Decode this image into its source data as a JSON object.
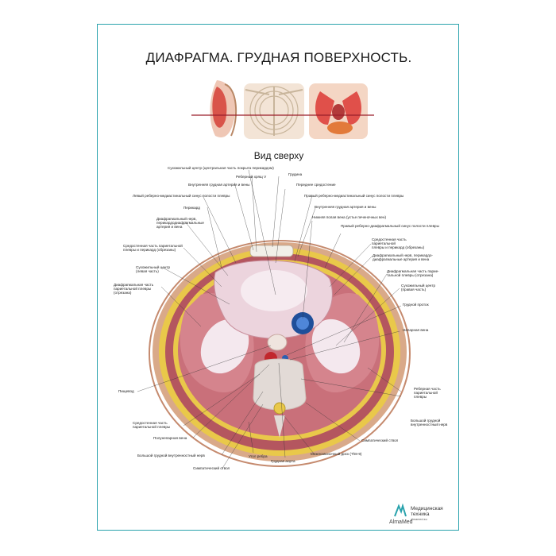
{
  "title": "ДИАФРАГМА. ГРУДНАЯ ПОВЕРХНОСТЬ.",
  "subtitle": "Вид сверху",
  "labels": {
    "l1": "Сухожильный центр (центральная часть покрыта перикардом)",
    "l2": "Реберный хрящ V",
    "l3": "Грудина",
    "l4": "Внутренняя грудная артерия и вены",
    "l5": "Переднее средостение",
    "l6": "Левый реберно-медиастинальный синус полости плевры",
    "l7": "Правый реберно-медиастинальный синус полости плевры",
    "l8": "Перикард",
    "l9": "Внутренняя грудная артерия и вены",
    "l10": "Нижняя полая вена (устье печеночных вен)",
    "l11": "Диафрагмальный нерв,\nперикардодиафрагмальные\nартерия и вена",
    "l12": "Правый реберно-диафрагмальный синус полости плевры",
    "l13": "Средостенная часть париетальной\nплевры и перикард (обрезаны)",
    "l14": "Средостенная часть\nпариетальной\nплевры и перикард (обрезаны)",
    "l15": "Диафрагмальный нерв, перикардо-\nдиафрагмальные артерия и вена",
    "l16": "Сухожильный центр\n(левая часть)",
    "l17": "Диафрагмальная часть парие-\nтальной плевры (отрезана)",
    "l18": "Диафрагмальная часть\nпариетальной плевры\n(отрезана)",
    "l19": "Сухожильный центр\n(правая часть)",
    "l20": "Грудной проток",
    "l21": "Непарная вена",
    "l22": "Пищевод",
    "l23": "Реберная часть\nпариетальной\nплевры",
    "l24": "Средостенная часть\nпариетальной плевры",
    "l25": "Большой грудной\nвнутренностный нерв",
    "l26": "Полунепарная вена",
    "l27": "Симпатический ствол",
    "l28": "Большой грудной внутренностный нерв",
    "l29": "Угол ребра",
    "l30": "Межпозвоночный диск (Th8-9)",
    "l31": "Симпатический ствол",
    "l32": "Грудная аорта"
  },
  "logo": {
    "brand": "AlmaMed",
    "tagline": "Медицинская\nтехника",
    "site": "almamed.su"
  },
  "colors": {
    "frame": "#2aa3ad",
    "muscle": "#c9707a",
    "tendon": "#f1e0e6",
    "fat": "#e9c84a",
    "vena_cava": "#2d5fb0"
  }
}
